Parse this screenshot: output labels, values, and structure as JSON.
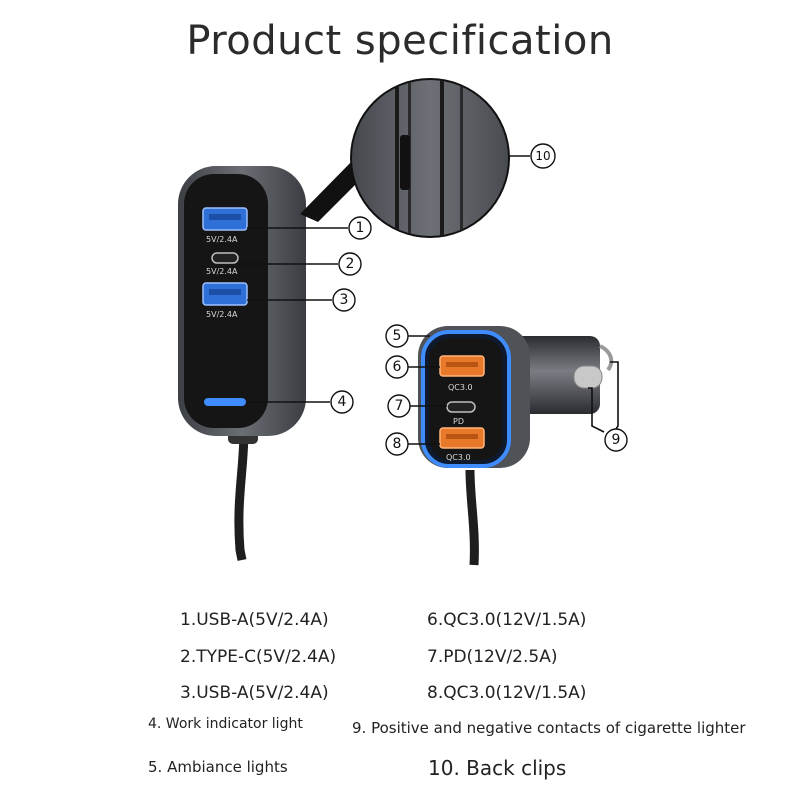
{
  "title": "Product specification",
  "callouts": [
    "1",
    "2",
    "3",
    "4",
    "5",
    "6",
    "7",
    "8",
    "9",
    "10"
  ],
  "hub_port_labels": [
    "5V/2.4A",
    "5V/2.4A",
    "5V/2.4A"
  ],
  "charger_port_labels": [
    "QC3.0",
    "PD",
    "QC3.0"
  ],
  "specs": {
    "item1": "1.USB-A(5V/2.4A)",
    "item2": "2.TYPE-C(5V/2.4A)",
    "item3": "3.USB-A(5V/2.4A)",
    "item4": "4. Work indicator light",
    "item5": "5. Ambiance lights",
    "item6": "6.QC3.0(12V/1.5A)",
    "item7": "7.PD(12V/2.5A)",
    "item8": "8.QC3.0(12V/1.5A)",
    "item9": "9. Positive and negative contacts of cigarette lighter",
    "item10": "10. Back clips"
  },
  "colors": {
    "usb_blue": "#2f6fd8",
    "qc_orange": "#e8782a",
    "ambiance_blue": "#3f8cff",
    "body_gray": "#5a5d63",
    "face_black": "#151515"
  }
}
